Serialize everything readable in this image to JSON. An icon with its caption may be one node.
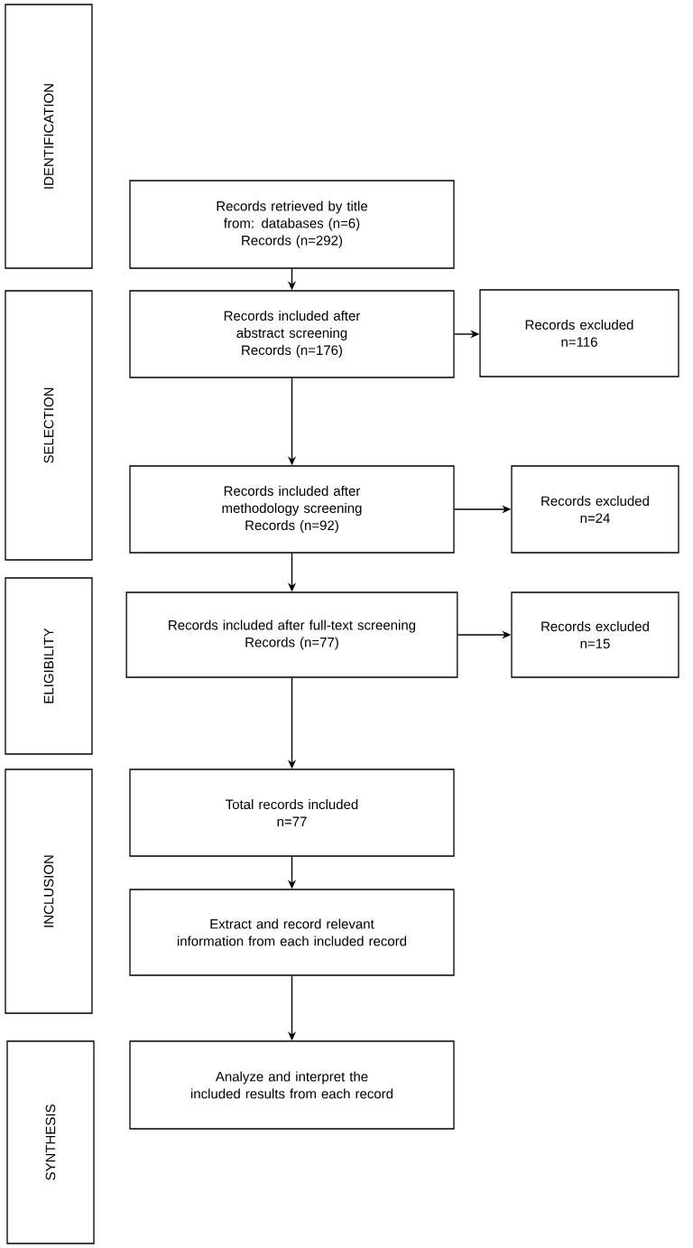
{
  "diagram": {
    "nodes": [
      {
        "text": [
          "IDENTIFICATION"
        ]
      },
      {
        "text": [
          "Records retrieved by title from: databases (n=6)",
          "Records (n=292)"
        ]
      },
      {
        "text": [
          "SELECTION"
        ]
      },
      {
        "text": [
          "Records included after abstract screening",
          "Records (n=176)"
        ]
      },
      {
        "text": [
          "Records excluded",
          "n=116"
        ]
      },
      {
        "text": [
          "Records included after methodology screening",
          "Records (n=92)"
        ]
      },
      {
        "text": [
          "Records excluded",
          "n=24"
        ]
      },
      {
        "text": [
          "ELIGIBILITY"
        ]
      },
      {
        "text": [
          "Records included after full-text screening",
          "Records (n=77)"
        ]
      },
      {
        "text": [
          "Records excluded",
          "n=15"
        ]
      },
      {
        "text": [
          "INCLUSION"
        ]
      },
      {
        "text": [
          "Total records included",
          "n=77"
        ]
      },
      {
        "text": [
          "Extract and record relevant information from each included record"
        ]
      },
      {
        "text": [
          "SYNTHESIS"
        ]
      },
      {
        "text": [
          "Analyze and interpret the included results from each record"
        ]
      }
    ],
    "edges": [
      {
        "from": 1,
        "to": 3,
        "arrow": "to"
      },
      {
        "from": 3,
        "to": 4,
        "arrow": "to"
      },
      {
        "from": 3,
        "to": 5,
        "arrow": "to"
      },
      {
        "from": 5,
        "to": 6,
        "arrow": "to"
      },
      {
        "from": 5,
        "to": 8,
        "arrow": "to"
      },
      {
        "from": 8,
        "to": 9,
        "arrow": "to"
      },
      {
        "from": 8,
        "to": 11,
        "arrow": "to"
      },
      {
        "from": 11,
        "to": 12,
        "arrow": "to"
      },
      {
        "from": 12,
        "to": 14,
        "arrow": "to"
      }
    ]
  }
}
